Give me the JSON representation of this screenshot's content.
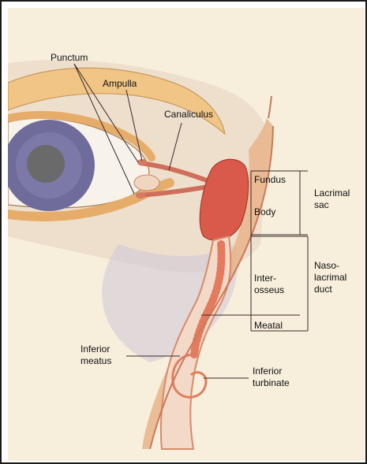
{
  "colors": {
    "paper": "#f7eedc",
    "skin": "#f2c98e",
    "iris": "#6f6c9c",
    "pupil": "#6a6a6a",
    "eye_white": "#f7f2ea",
    "sac": "#d95a4a",
    "duct": "#e89070",
    "mucosa": "#f3d9c8",
    "bone_shadow": "#bdb6c6",
    "leader": "#3a2a2a",
    "border": "#1a1a1a"
  },
  "labels": {
    "punctum": "Punctum",
    "ampulla": "Ampulla",
    "canaliculus": "Canaliculus",
    "fundus": "Fundus",
    "body": "Body",
    "lacrimal_sac_line1": "Lacrimal",
    "lacrimal_sac_line2": "sac",
    "interosseus_line1": "Inter-",
    "interosseus_line2": "osseus",
    "nasolacrimal_line1": "Naso-",
    "nasolacrimal_line2": "lacrimal",
    "nasolacrimal_line3": "duct",
    "meatal": "Meatal",
    "inferior_meatus_line1": "Inferior",
    "inferior_meatus_line2": "meatus",
    "inferior_turbinate_line1": "Inferior",
    "inferior_turbinate_line2": "turbinate"
  }
}
